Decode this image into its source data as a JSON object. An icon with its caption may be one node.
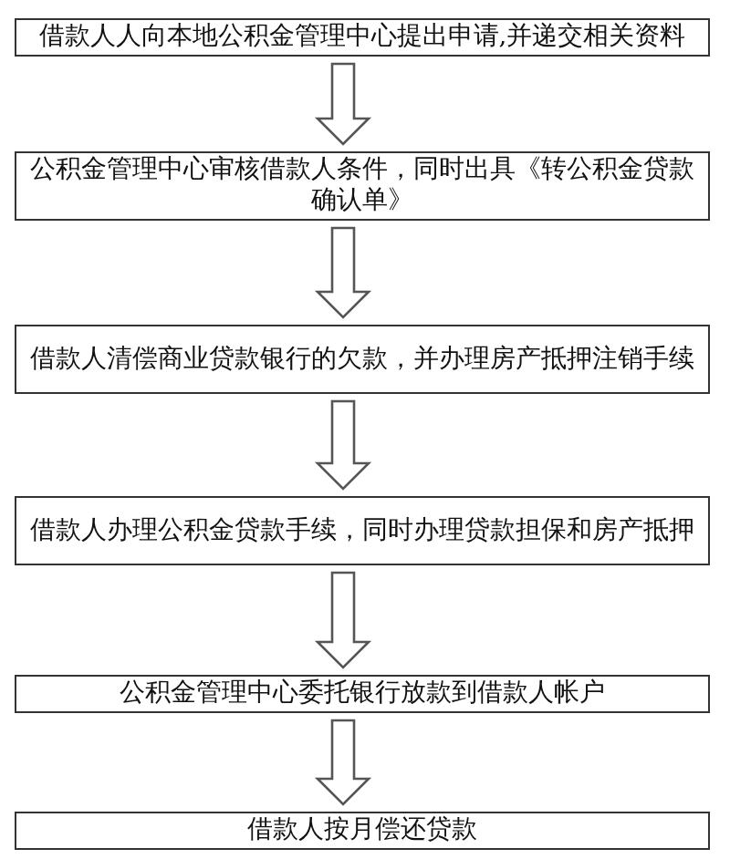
{
  "diagram": {
    "nodes": [
      {
        "text": [
          "借款人人向本地公积金管理中心提出申请,并递交相关资料"
        ]
      },
      {
        "text": [
          "公积金管理中心审核借款人条件，同时出具《转公积金贷款确认单》"
        ]
      },
      {
        "text": [
          "借款人清偿商业贷款银行的欠款，并办理房产抵押注销手续"
        ]
      },
      {
        "text": [
          "借款人办理公积金贷款手续，同时办理贷款担保和房产抵押"
        ]
      },
      {
        "text": [
          "公积金管理中心委托银行放款到借款人帐户"
        ]
      },
      {
        "text": [
          "借款人按月偿还贷款"
        ]
      }
    ],
    "edges": [
      {
        "from": 0,
        "to": 1,
        "arrow": "to"
      },
      {
        "from": 1,
        "to": 2,
        "arrow": "to"
      },
      {
        "from": 2,
        "to": 3,
        "arrow": "to"
      },
      {
        "from": 3,
        "to": 4,
        "arrow": "to"
      },
      {
        "from": 4,
        "to": 5,
        "arrow": "to"
      }
    ]
  }
}
